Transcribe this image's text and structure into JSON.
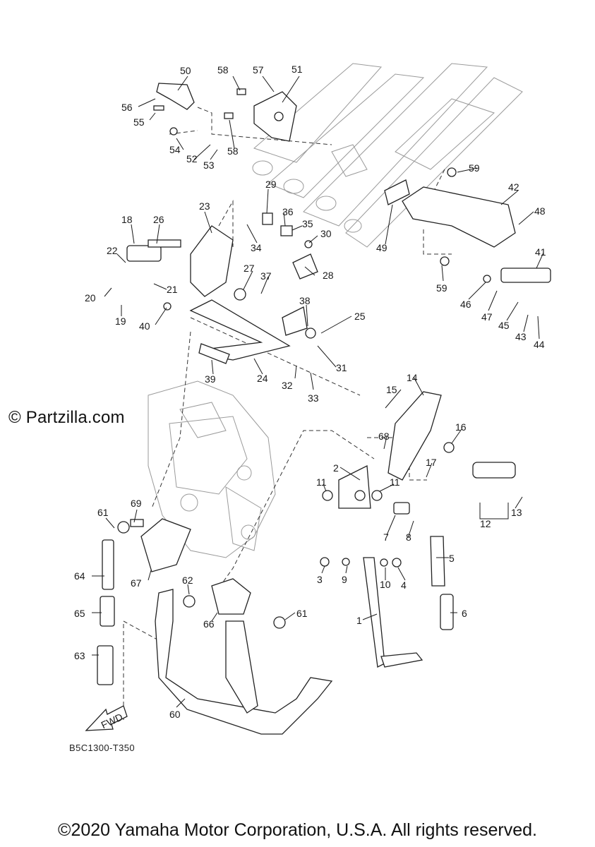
{
  "watermark": "© Partzilla.com",
  "diagram_code": "B5C1300-T350",
  "copyright": "©2020 Yamaha Motor Corporation, U.S.A. All rights reserved.",
  "fwd_label": "FWD",
  "callouts": [
    "1",
    "2",
    "3",
    "4",
    "5",
    "6",
    "7",
    "8",
    "9",
    "10",
    "11",
    "11",
    "12",
    "13",
    "14",
    "15",
    "16",
    "17",
    "18",
    "19",
    "20",
    "21",
    "22",
    "23",
    "24",
    "25",
    "26",
    "27",
    "28",
    "29",
    "30",
    "31",
    "32",
    "33",
    "34",
    "35",
    "36",
    "37",
    "38",
    "39",
    "40",
    "41",
    "42",
    "43",
    "44",
    "45",
    "46",
    "47",
    "48",
    "49",
    "50",
    "51",
    "52",
    "53",
    "54",
    "55",
    "56",
    "57",
    "58",
    "58",
    "59",
    "59",
    "60",
    "61",
    "61",
    "62",
    "63",
    "64",
    "65",
    "66",
    "67",
    "68",
    "69"
  ]
}
